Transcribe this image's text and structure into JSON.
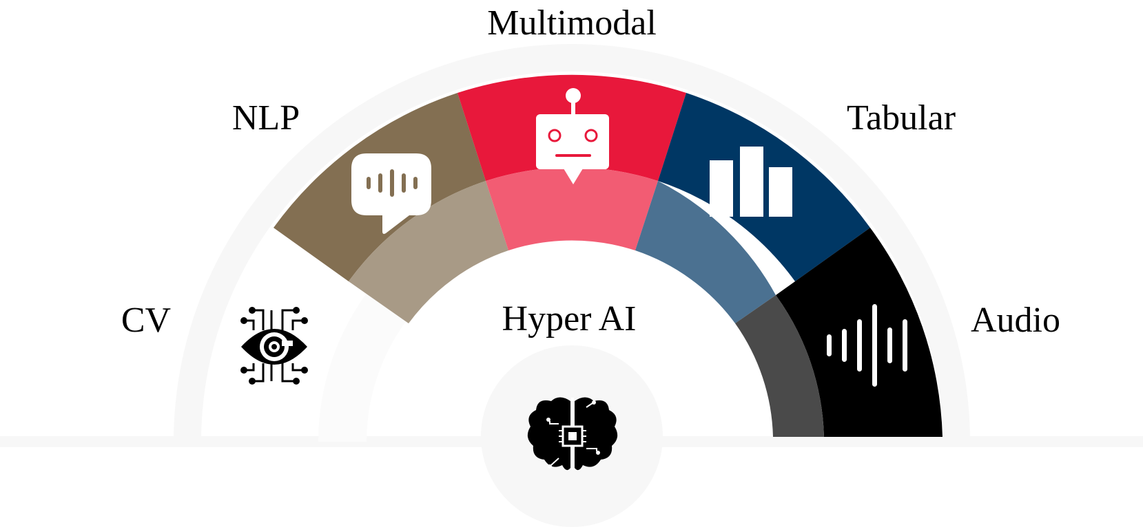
{
  "center": {
    "label": "Hyper AI",
    "icon": "brain-chip-icon"
  },
  "segments": [
    {
      "id": "cv",
      "label": "CV",
      "icon": "eye-circuit-icon",
      "color": "#ffffff"
    },
    {
      "id": "nlp",
      "label": "NLP",
      "icon": "speech-bubble-icon",
      "color": "#836f52"
    },
    {
      "id": "multimodal",
      "label": "Multimodal",
      "icon": "robot-icon",
      "color": "#e8183b"
    },
    {
      "id": "tabular",
      "label": "Tabular",
      "icon": "bar-chart-icon",
      "color": "#003764"
    },
    {
      "id": "audio",
      "label": "Audio",
      "icon": "sound-wave-icon",
      "color": "#000000"
    }
  ],
  "colors": {
    "track": "#f7f7f7",
    "inner_band_light": [
      "#a89a86",
      "#f25c73",
      "#4b7191",
      "#4a4a4a"
    ]
  }
}
